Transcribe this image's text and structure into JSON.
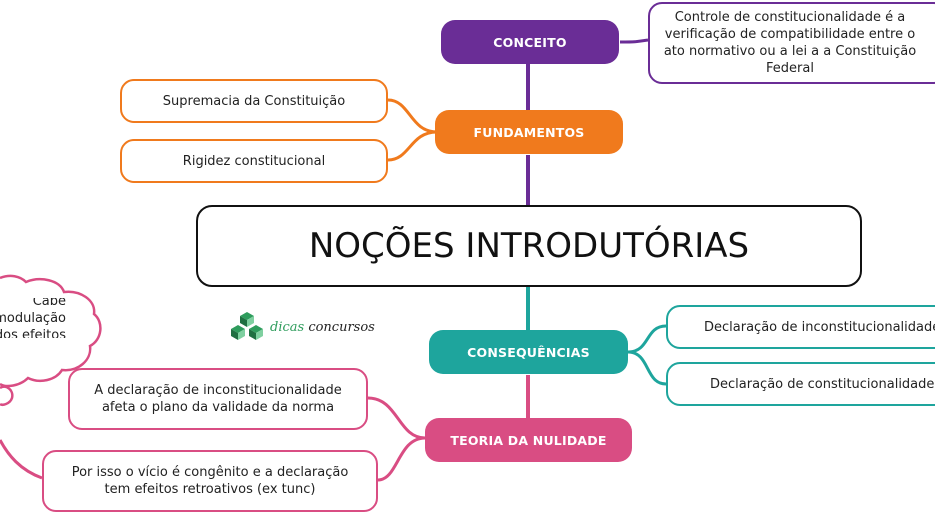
{
  "title": "NOÇÕES INTRODUTÓRIAS",
  "colors": {
    "purple": "#6a2d96",
    "orange": "#f07a1d",
    "teal": "#1ea59d",
    "pink": "#d94d83",
    "logo_green": "#2e9c5c"
  },
  "branches": {
    "conceito": {
      "label": "CONCEITO",
      "text": "Controle de constitucionalidade é a verificação de compatibilidade entre o ato normativo ou a lei a a Constituição Federal"
    },
    "fundamentos": {
      "label": "FUNDAMENTOS",
      "items": [
        "Supremacia da Constituição",
        "Rigidez constitucional"
      ]
    },
    "consequencias": {
      "label": "CONSEQUÊNCIAS",
      "items": [
        "Declaração de inconstitucionalidade",
        "Declaração de constitucionalidade"
      ]
    },
    "teoria": {
      "label": "TEORIA DA NULIDADE",
      "items": [
        "A declaração de inconstitucionalidade afeta o plano da validade da norma",
        "Por isso o vício é congênito e a declaração tem efeitos retroativos (ex tunc)"
      ],
      "cloud_text": "Cabe modulação dos efeitos"
    }
  },
  "logo": {
    "icon": "cube-cluster-icon",
    "word1": "dicas",
    "word2": "concursos"
  }
}
